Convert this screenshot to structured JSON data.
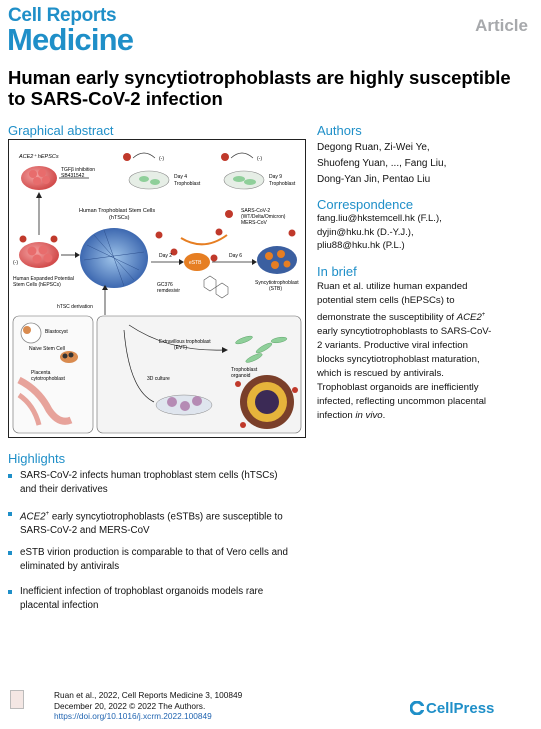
{
  "header": {
    "journal_line1": "Cell Reports",
    "journal_line2": "Medicine",
    "article_type": "Article"
  },
  "title": "Human early syncytiotrophoblasts are highly susceptible to SARS-CoV-2 infection",
  "graphical_abstract": {
    "heading": "Graphical abstract",
    "labels": {
      "ace2_hepscs": "ACE2⁺ hEPSCs",
      "tgf_inhibition": "TGFβ inhibition",
      "sb": "SB431542",
      "day4": "Day 4",
      "trophoblast": "Trophoblast",
      "day9": "Day 9",
      "trophoblast2": "Trophoblast",
      "minus1": "(-)",
      "minus2": "(-)",
      "minus3": "(-)",
      "htsc": "Human Trophoblast Stem Cells",
      "htsc_abbr": "(hTSCs)",
      "sars": "SARS-CoV-2",
      "variants": "(WT/Delta/Omicron)",
      "mers": "MERS-CoV",
      "hepsc_l1": "Human Expanded Potential",
      "hepsc_l2": "Stem Cells (hEPSCs)",
      "day2": "Day 2",
      "estb": "eSTB",
      "day6": "Day 6",
      "stb_l1": "Syncytiotrophoblast",
      "stb_l2": "(STB)",
      "gc376": "GC376",
      "remdesivir": "remdesivir",
      "htsc_deriv": "hTSC derivation",
      "blastocyst": "Blastocyst",
      "naive": "Naive Stem Cell",
      "placenta_l1": "Placenta",
      "placenta_l2": "cytotrophoblast",
      "evt_l1": "Extravillous trophoblast",
      "evt_l2": "(EVT)",
      "culture3d": "3D culture",
      "organoid_l1": "Trophoblast",
      "organoid_l2": "organoid"
    }
  },
  "authors": {
    "heading": "Authors",
    "line1": "Degong Ruan, Zi-Wei Ye,",
    "line2": "Shuofeng Yuan, ..., Fang Liu,",
    "line3": "Dong-Yan Jin, Pentao Liu"
  },
  "correspondence": {
    "heading": "Correspondence",
    "email1": "fang.liu@hkstemcell.hk (F.L.),",
    "email2": "dyjin@hku.hk (D.-Y.J.),",
    "email3": "pliu88@hku.hk (P.L.)"
  },
  "in_brief": {
    "heading": "In brief",
    "l1": "Ruan et al. utilize human expanded",
    "l2": "potential stem cells (hEPSCs) to",
    "l3a": "demonstrate the susceptibility of ",
    "l3b": "ACE2",
    "l3sup": "+",
    "l4": "early syncytiotrophoblasts to SARS-CoV-",
    "l5": "2 variants. Productive viral infection",
    "l6": "blocks syncytiotrophoblast maturation,",
    "l7": "which is rescued by antivirals.",
    "l8": "Trophoblast organoids are inefficiently",
    "l9": "infected, reflecting uncommon placental",
    "l10a": "infection ",
    "l10b": "in vivo",
    "l10c": "."
  },
  "highlights": {
    "heading": "Highlights",
    "h1a": "SARS-CoV-2 infects human trophoblast stem cells (hTSCs)",
    "h1b": "and their derivatives",
    "h2a_i": "ACE2",
    "h2a_sup": "+",
    "h2a_rest": " early syncytiotrophoblasts (eSTBs) are susceptible to",
    "h2b": "SARS-CoV-2 and MERS-CoV",
    "h3a": "eSTB virion production is comparable to that of Vero cells and",
    "h3b": "eliminated by antivirals",
    "h4a": "Inefficient infection of trophoblast organoids models rare",
    "h4b": "placental infection"
  },
  "citation": {
    "line1": "Ruan et al., 2022, Cell Reports Medicine 3, 100849",
    "line2": "December 20, 2022 © 2022 The Authors.",
    "doi": "https://doi.org/10.1016/j.xcrm.2022.100849"
  },
  "publisher": "CellPress",
  "colors": {
    "brand_blue": "#1f8fc8",
    "article_gray": "#a7a9ac",
    "virus_red": "#c0392b",
    "estb_orange": "#e67e22",
    "htsc_blue": "#4a7bbf"
  }
}
